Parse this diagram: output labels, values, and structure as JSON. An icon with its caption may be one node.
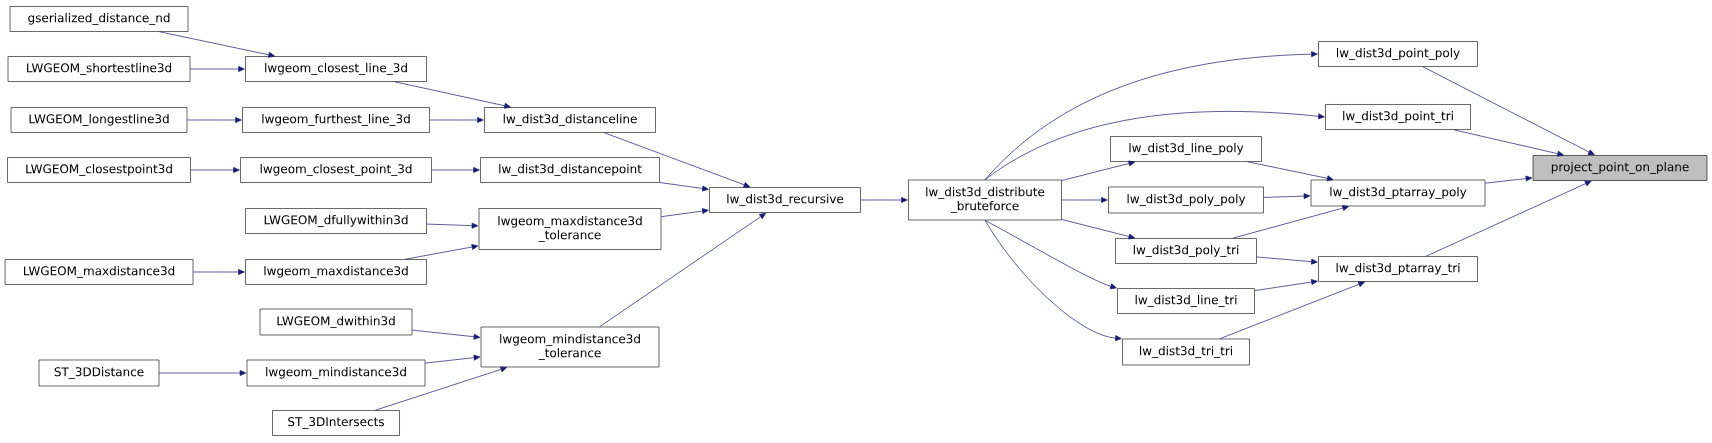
{
  "diagram": {
    "nodes": [
      {
        "text": [
          "gserialized_distance_nd"
        ]
      },
      {
        "text": [
          "LWGEOM_shortestline3d"
        ]
      },
      {
        "text": [
          "LWGEOM_longestline3d"
        ]
      },
      {
        "text": [
          "LWGEOM_closestpoint3d"
        ]
      },
      {
        "text": [
          "LWGEOM_maxdistance3d"
        ]
      },
      {
        "text": [
          "ST_3DDistance"
        ]
      },
      {
        "text": [
          "lwgeom_closest_line_3d"
        ]
      },
      {
        "text": [
          "lwgeom_furthest_line_3d"
        ]
      },
      {
        "text": [
          "lwgeom_closest_point_3d"
        ]
      },
      {
        "text": [
          "LWGEOM_dfullywithin3d"
        ]
      },
      {
        "text": [
          "lwgeom_maxdistance3d"
        ]
      },
      {
        "text": [
          "LWGEOM_dwithin3d"
        ]
      },
      {
        "text": [
          "lwgeom_mindistance3d"
        ]
      },
      {
        "text": [
          "ST_3DIntersects"
        ]
      },
      {
        "text": [
          "lw_dist3d_distanceline"
        ]
      },
      {
        "text": [
          "lw_dist3d_distancepoint"
        ]
      },
      {
        "text": [
          "lwgeom_maxdistance3d _tolerance"
        ]
      },
      {
        "text": [
          "lwgeom_mindistance3d _tolerance"
        ]
      },
      {
        "text": [
          "lw_dist3d_recursive"
        ]
      },
      {
        "text": [
          "lw_dist3d_distribute _bruteforce"
        ]
      },
      {
        "text": [
          "lw_dist3d_line_poly"
        ]
      },
      {
        "text": [
          "lw_dist3d_poly_poly"
        ]
      },
      {
        "text": [
          "lw_dist3d_poly_tri"
        ]
      },
      {
        "text": [
          "lw_dist3d_line_tri"
        ]
      },
      {
        "text": [
          "lw_dist3d_tri_tri"
        ]
      },
      {
        "text": [
          "lw_dist3d_point_poly"
        ]
      },
      {
        "text": [
          "lw_dist3d_point_tri"
        ]
      },
      {
        "text": [
          "lw_dist3d_ptarray_poly"
        ]
      },
      {
        "text": [
          "lw_dist3d_ptarray_tri"
        ]
      },
      {
        "text": [
          "project_point_on_plane"
        ]
      }
    ],
    "edges": [
      {
        "from": 0,
        "to": 6,
        "arrow": "to"
      },
      {
        "from": 1,
        "to": 6,
        "arrow": "to"
      },
      {
        "from": 2,
        "to": 7,
        "arrow": "to"
      },
      {
        "from": 3,
        "to": 8,
        "arrow": "to"
      },
      {
        "from": 4,
        "to": 10,
        "arrow": "to"
      },
      {
        "from": 5,
        "to": 12,
        "arrow": "to"
      },
      {
        "from": 6,
        "to": 14,
        "arrow": "to"
      },
      {
        "from": 7,
        "to": 14,
        "arrow": "to"
      },
      {
        "from": 8,
        "to": 15,
        "arrow": "to"
      },
      {
        "from": 9,
        "to": 16,
        "arrow": "to"
      },
      {
        "from": 10,
        "to": 16,
        "arrow": "to"
      },
      {
        "from": 11,
        "to": 17,
        "arrow": "to"
      },
      {
        "from": 12,
        "to": 17,
        "arrow": "to"
      },
      {
        "from": 13,
        "to": 17,
        "arrow": "to"
      },
      {
        "from": 14,
        "to": 18,
        "arrow": "to"
      },
      {
        "from": 15,
        "to": 18,
        "arrow": "to"
      },
      {
        "from": 16,
        "to": 18,
        "arrow": "to"
      },
      {
        "from": 17,
        "to": 18,
        "arrow": "to"
      },
      {
        "from": 18,
        "to": 19,
        "arrow": "to"
      },
      {
        "from": 19,
        "to": 25,
        "arrow": "to"
      },
      {
        "from": 19,
        "to": 26,
        "arrow": "to"
      },
      {
        "from": 19,
        "to": 20,
        "arrow": "to"
      },
      {
        "from": 19,
        "to": 21,
        "arrow": "to"
      },
      {
        "from": 19,
        "to": 22,
        "arrow": "to"
      },
      {
        "from": 19,
        "to": 23,
        "arrow": "to"
      },
      {
        "from": 19,
        "to": 24,
        "arrow": "to"
      },
      {
        "from": 20,
        "to": 27,
        "arrow": "to"
      },
      {
        "from": 21,
        "to": 27,
        "arrow": "to"
      },
      {
        "from": 22,
        "to": 27,
        "arrow": "to"
      },
      {
        "from": 22,
        "to": 28,
        "arrow": "to"
      },
      {
        "from": 23,
        "to": 28,
        "arrow": "to"
      },
      {
        "from": 24,
        "to": 28,
        "arrow": "to"
      },
      {
        "from": 25,
        "to": 29,
        "arrow": "to"
      },
      {
        "from": 26,
        "to": 29,
        "arrow": "to"
      },
      {
        "from": 27,
        "to": 29,
        "arrow": "to"
      },
      {
        "from": 28,
        "to": 29,
        "arrow": "to"
      }
    ]
  }
}
